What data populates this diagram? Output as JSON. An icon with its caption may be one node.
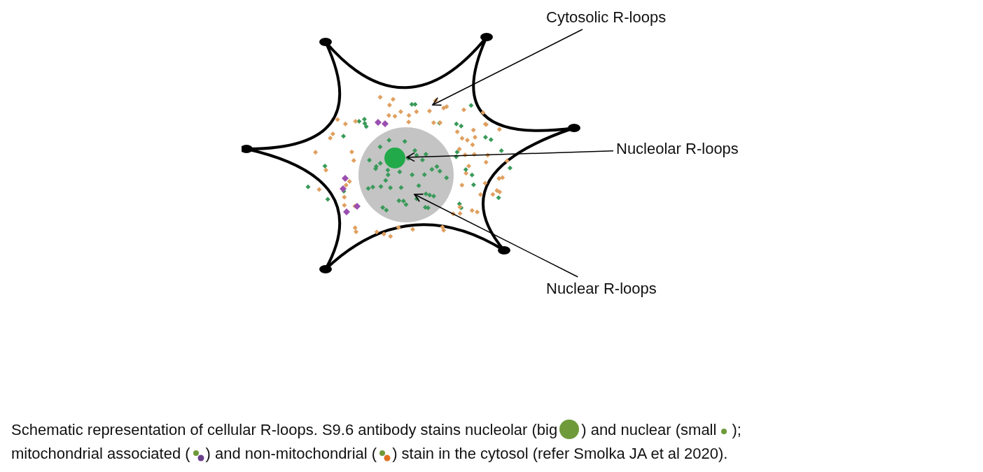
{
  "diagram": {
    "nodes": [
      {
        "text": [
          "Cytosolic R-loops"
        ]
      },
      {
        "text": [
          "Nucleolar R-loops"
        ]
      },
      {
        "text": [
          "Nuclear R-loops"
        ]
      },
      {
        "text": [],
        "shape": "picture"
      },
      {
        "text": [],
        "shape": "circle",
        "in": 3
      },
      {
        "text": [],
        "shape": "circle",
        "in": 4
      }
    ],
    "edges": [
      {
        "from": 0,
        "to": 3,
        "arrow": "to"
      },
      {
        "from": 1,
        "to": 5,
        "arrow": "to"
      },
      {
        "from": 2,
        "to": 4,
        "arrow": "to"
      }
    ],
    "labels": [
      "Schematic representation of cellular R-loops. S9.6 antibody stains nucleolar (big",
      ") and nuclear (small",
      ");",
      "mitochondrial associated (",
      ") and non-mitochondrial (",
      ") stain in the cytosol (refer Smolka JA et al 2020)."
    ]
  }
}
